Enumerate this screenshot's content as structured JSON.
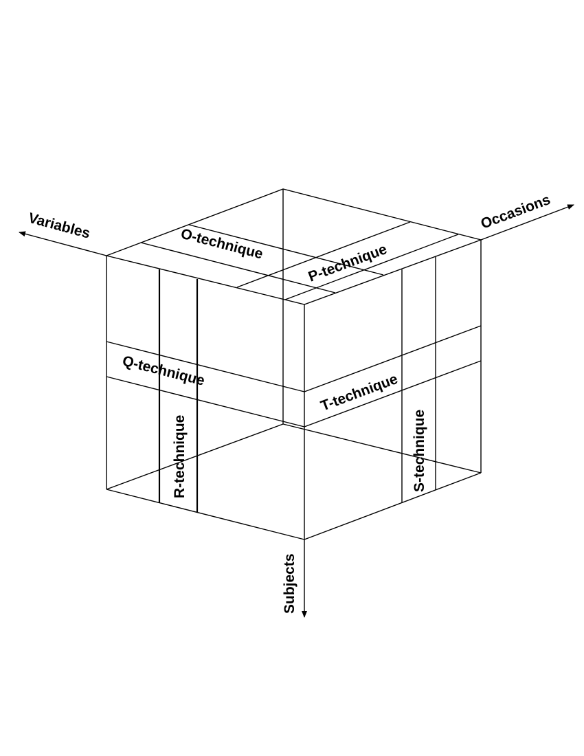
{
  "axes": {
    "variables": "Variables",
    "occasions": "Occasions",
    "subjects": "Subjects"
  },
  "techniques": {
    "o": "O-technique",
    "p": "P-technique",
    "q": "Q-technique",
    "r": "R-technique",
    "s": "S-technique",
    "t": "T-technique"
  }
}
